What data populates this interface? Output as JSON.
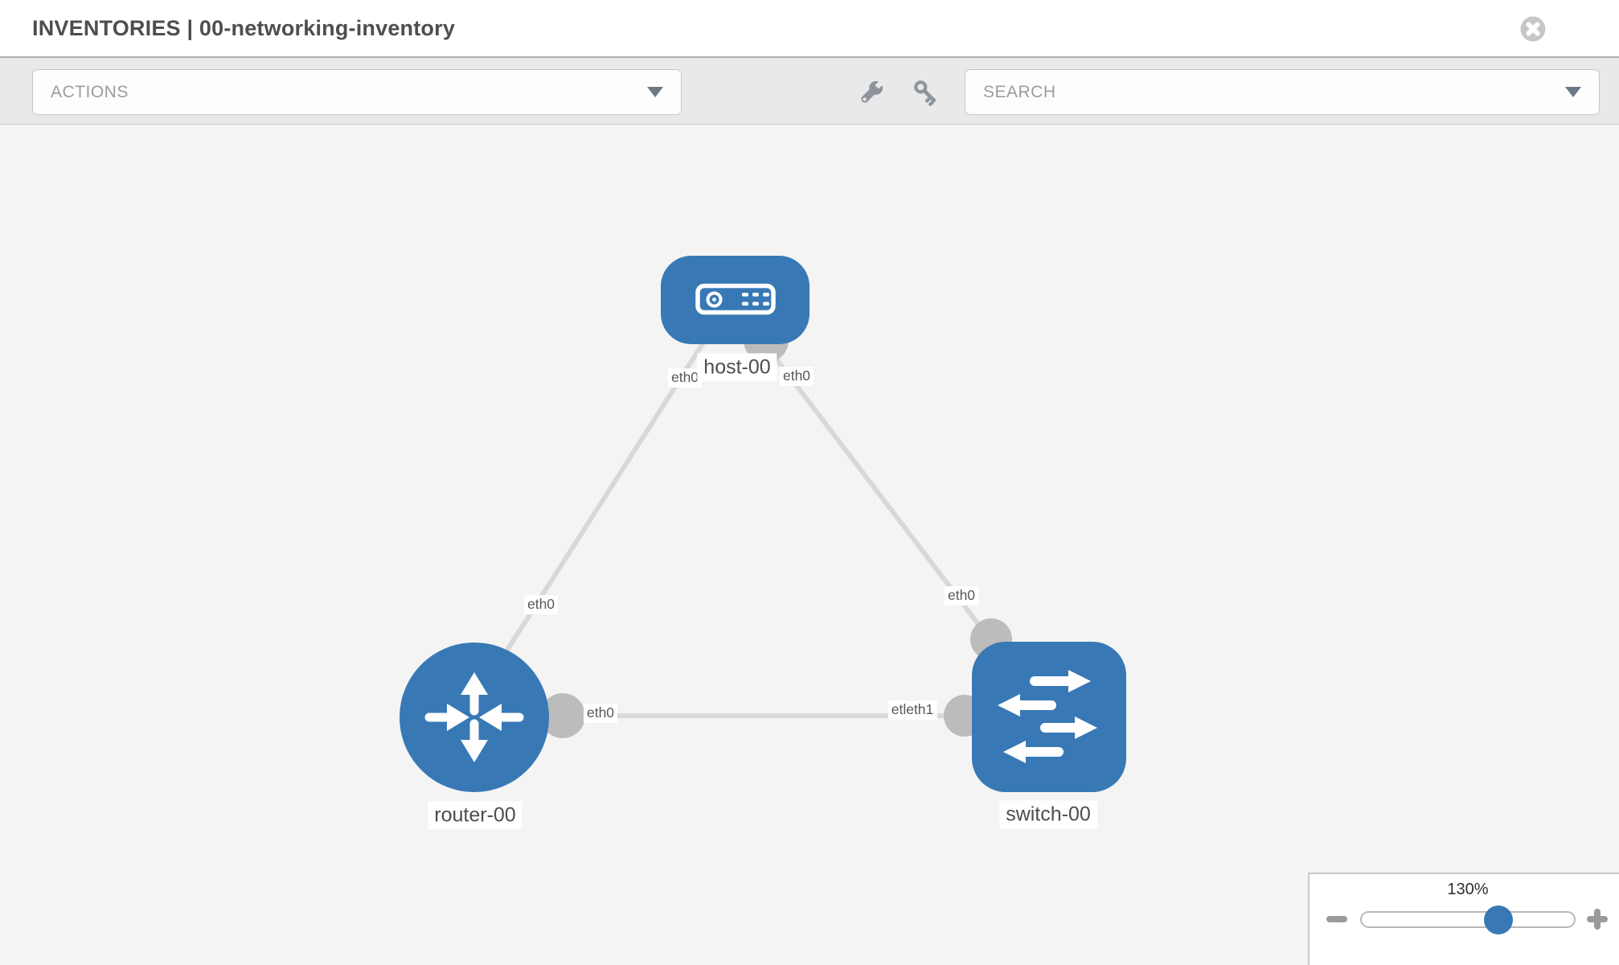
{
  "header": {
    "title": "INVENTORIES | 00-networking-inventory",
    "close_icon": "close-circle-icon"
  },
  "toolbar": {
    "actions_label": "ACTIONS",
    "wrench_icon": "wrench-icon",
    "key_icon": "key-icon",
    "search_placeholder": "SEARCH",
    "caret_icon": "caret-down-icon"
  },
  "topology": {
    "nodes": [
      {
        "label": "host-00",
        "type": "host",
        "icon": "host-icon"
      },
      {
        "label": "router-00",
        "type": "router",
        "icon": "router-icon"
      },
      {
        "label": "switch-00",
        "type": "switch",
        "icon": "switch-icon"
      }
    ],
    "links": [
      {
        "from": "host-00",
        "to": "router-00",
        "labels": [
          "eth0",
          "eth0"
        ]
      },
      {
        "from": "host-00",
        "to": "switch-00",
        "labels": [
          "eth0",
          "eth0"
        ]
      },
      {
        "from": "router-00",
        "to": "switch-00",
        "labels": [
          "eth0",
          "etleth1"
        ]
      }
    ]
  },
  "zoom_control": {
    "level": "130%",
    "minus_icon": "minus-icon",
    "plus_icon": "plus-icon",
    "slider_percent": 64
  },
  "colors": {
    "node_blue": "#3879b5",
    "port_gray": "#bcbcbc",
    "link_gray": "#d8d8d8",
    "canvas_bg": "#f4f4f4",
    "toolbar_bg": "#e9e9e9",
    "icon_gray": "#8e949b"
  }
}
